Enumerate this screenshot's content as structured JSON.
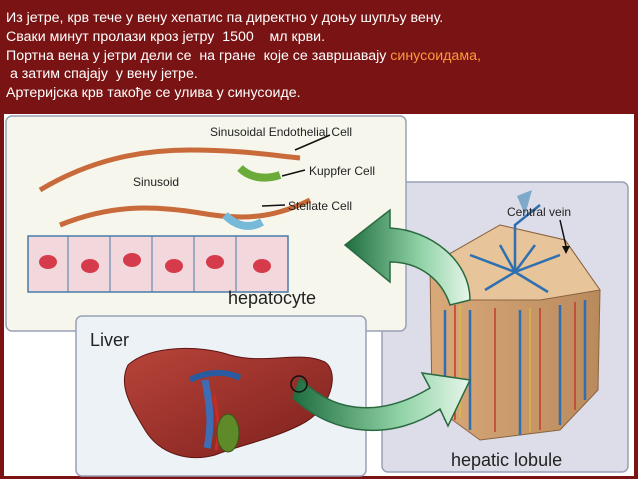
{
  "text": {
    "line1": "Из јетре, крв тече у вену хепатис па директно у доњу шупљу вену.",
    "line2": "Сваки минут пролази кроз јетру  1500    мл крви.",
    "line3_before": "Портна вена у јетри дели се  на гране  које се завршавају ",
    "line3_highlight": "синусоидама,",
    "line4": " а затим спајају  у вену јетре.",
    "line5": "Артеријска крв такође се улива у синусоиде."
  },
  "figure": {
    "label_endothelial": "Sinusoidal Endothelial Cell",
    "label_kupffer": "Kuppfer Cell",
    "label_sinusoid": "Sinusoid",
    "label_stellate": "Stellate Cell",
    "label_hepatocyte": "hepatocyte",
    "label_central_vein": "Central vein",
    "label_liver": "Liver",
    "label_lobule": "hepatic lobule"
  },
  "colors": {
    "background": "#7a1414",
    "highlight": "#ff9a3c",
    "arrow_green": "#2e8b57"
  }
}
